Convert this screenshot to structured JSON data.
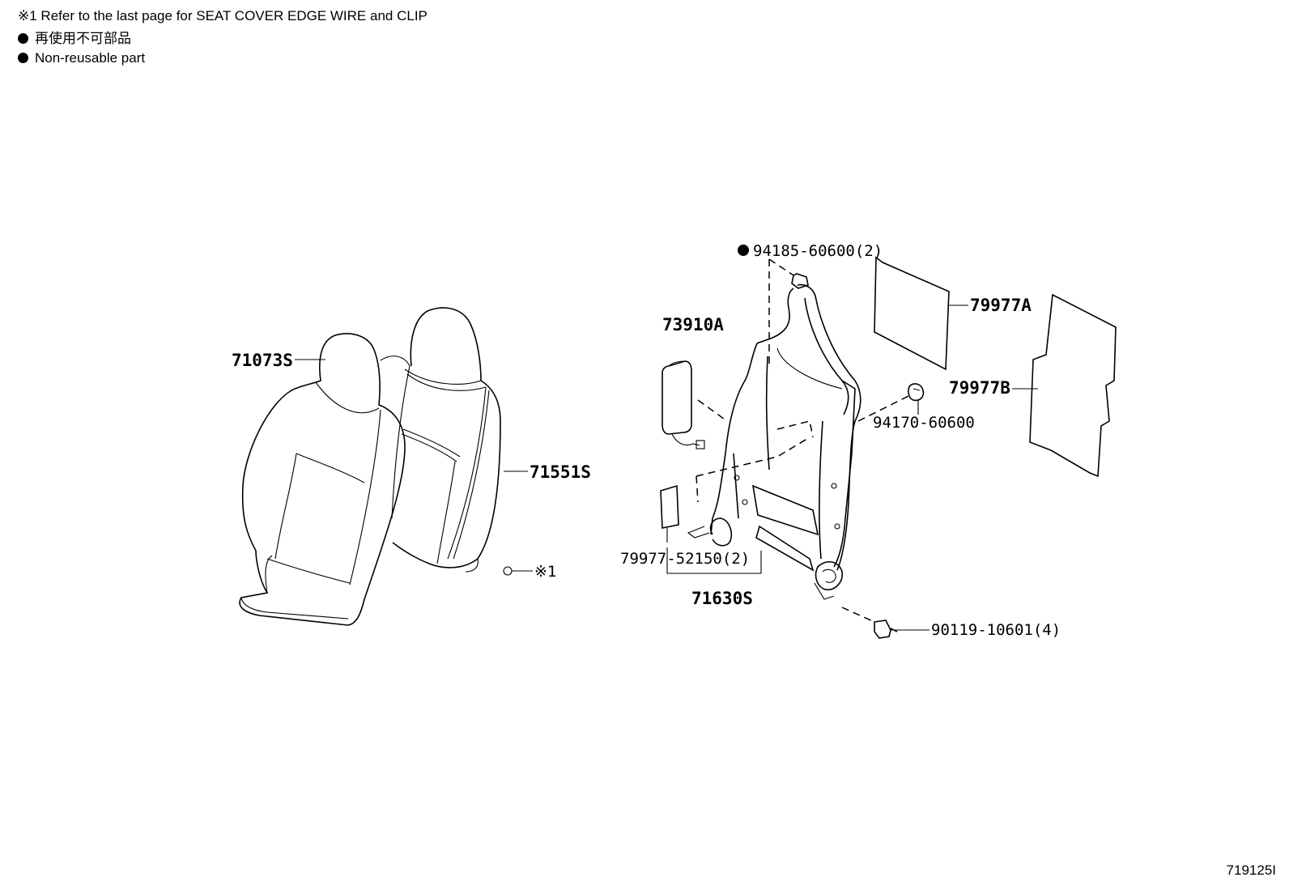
{
  "notes": {
    "line1": "※1  Refer to the last page for SEAT COVER EDGE WIRE and CLIP",
    "line2": "再使用不可部品",
    "line3": "Non-reusable part"
  },
  "parts": {
    "p71073S": "71073S",
    "p71551S": "71551S",
    "ref1": "※1",
    "p94185": "94185-60600(2)",
    "p79977A": "79977A",
    "p73910A": "73910A",
    "p79977B": "79977B",
    "p94170": "94170-60600",
    "p79977_52150": "79977-52150(2)",
    "p71630S": "71630S",
    "p90119": "90119-10601(4)"
  },
  "diagram_ref": "719125I"
}
